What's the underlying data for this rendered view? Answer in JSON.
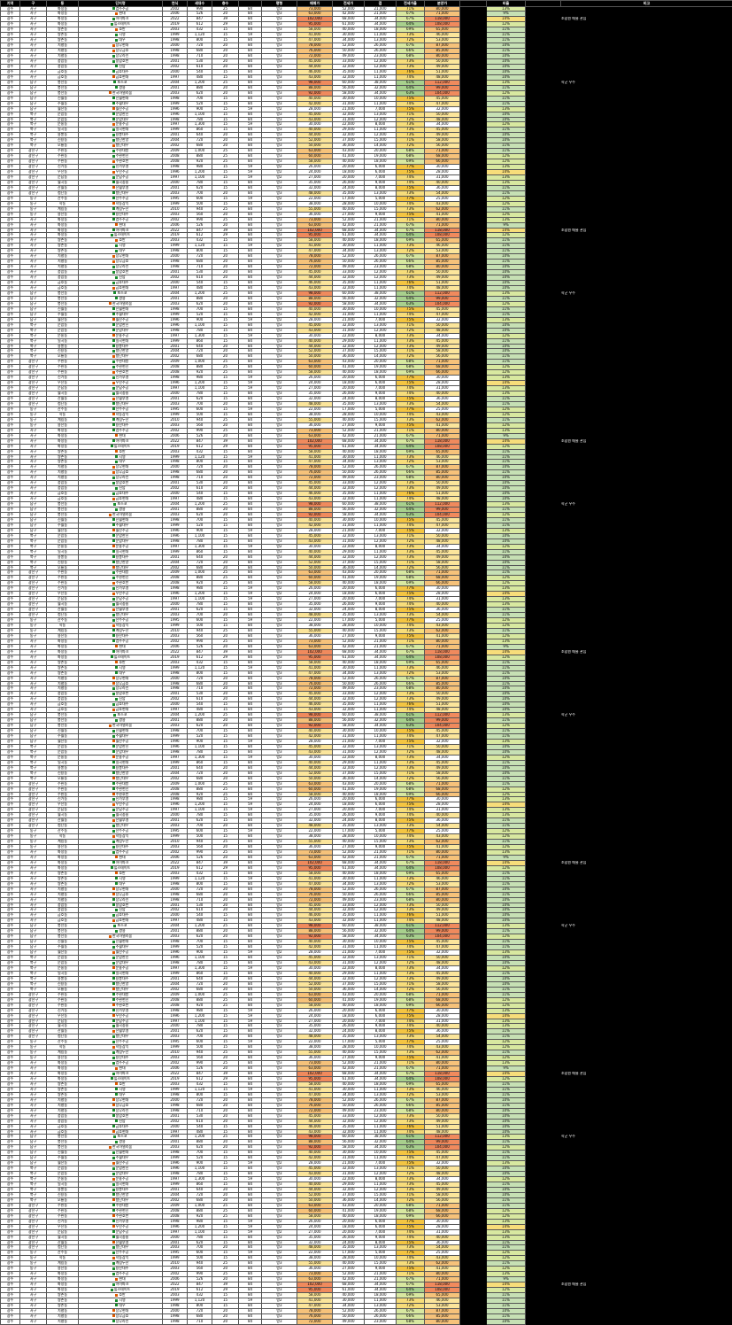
{
  "columns": [
    "지역",
    "구",
    "동",
    "단지명",
    "연식",
    "세대수",
    "층수",
    "",
    "평형",
    "매매가",
    "전세가",
    "갭",
    "전세가율",
    "분양가",
    "",
    "비율",
    "",
    "비고"
  ],
  "rows": [
    {
      "c": [
        "광주",
        "서구",
        "화정동",
        "염주주공",
        "2002",
        "990",
        "25",
        "84",
        "방3",
        "73,000",
        "52,000",
        "21,000",
        "71%",
        "80,000",
        "",
        "13%",
        "",
        ""
      ],
      "sw": "#1a8f2e"
    },
    {
      "c": [
        "광주",
        "서구",
        "화정동",
        "현대",
        "2006",
        "526",
        "20",
        "84",
        "방3",
        "63,000",
        "42,000",
        "21,000",
        "67%",
        "71,000",
        "",
        "9%",
        "",
        ""
      ],
      "sw": "#e05a00"
    },
    {
      "c": [
        "광주",
        "서구",
        "화정동",
        "아이파크",
        "2022",
        "847",
        "39",
        "84",
        "방3",
        "102,000",
        "68,000",
        "34,000",
        "67%",
        "118,000",
        "",
        "14%",
        "",
        "조합원 매물 관심"
      ],
      "sw": "#1a8f2e"
    },
    {
      "c": [
        "광주",
        "서구",
        "화정동",
        "힐스테이트",
        "2019",
        "612",
        "29",
        "84",
        "방3",
        "95,000",
        "61,000",
        "34,000",
        "64%",
        "108,000",
        "",
        "12%",
        "",
        ""
      ],
      "sw": "#1a8f2e"
    },
    {
      "c": [
        "광주",
        "서구",
        "쌍촌동",
        "호반",
        "2003",
        "432",
        "15",
        "84",
        "방3",
        "58,000",
        "40,000",
        "18,000",
        "69%",
        "65,000",
        "",
        "11%",
        "",
        ""
      ],
      "sw": "#e05a00"
    },
    {
      "c": [
        "광주",
        "서구",
        "쌍촌동",
        "시영",
        "1999",
        "1,120",
        "15",
        "59",
        "방2",
        "41,000",
        "30,000",
        "11,000",
        "73%",
        "46,000",
        "",
        "11%",
        "",
        ""
      ],
      "sw": "#1a8f2e"
    },
    {
      "c": [
        "광주",
        "서구",
        "쌍촌동",
        "대우",
        "1998",
        "800",
        "15",
        "84",
        "방3",
        "47,000",
        "34,000",
        "13,000",
        "72%",
        "53,000",
        "",
        "11%",
        "",
        ""
      ],
      "sw": "#1a8f2e"
    },
    {
      "c": [
        "광주",
        "서구",
        "치평동",
        "상무현대",
        "2000",
        "720",
        "20",
        "84",
        "방3",
        "78,000",
        "52,000",
        "26,000",
        "67%",
        "87,000",
        "",
        "10%",
        "",
        ""
      ],
      "sw": "#e05a00"
    },
    {
      "c": [
        "광주",
        "서구",
        "치평동",
        "상무금호",
        "1998",
        "680",
        "20",
        "84",
        "방3",
        "76,000",
        "50,000",
        "26,000",
        "66%",
        "85,000",
        "",
        "11%",
        "",
        ""
      ],
      "sw": "#e05a00"
    },
    {
      "c": [
        "광주",
        "서구",
        "치평동",
        "상무라인",
        "1998",
        "710",
        "20",
        "84",
        "방3",
        "72,000",
        "49,000",
        "23,000",
        "68%",
        "80,000",
        "",
        "10%",
        "",
        ""
      ],
      "sw": "#1a8f2e"
    },
    {
      "c": [
        "광주",
        "서구",
        "풍암동",
        "풍암호반",
        "2001",
        "530",
        "20",
        "84",
        "방3",
        "45,000",
        "33,000",
        "12,000",
        "73%",
        "50,000",
        "",
        "10%",
        "",
        ""
      ],
      "sw": "#1a8f2e"
    },
    {
      "c": [
        "광주",
        "서구",
        "풍암동",
        "신암",
        "2002",
        "610",
        "20",
        "84",
        "방3",
        "44,000",
        "32,000",
        "12,000",
        "73%",
        "49,000",
        "",
        "10%",
        "",
        ""
      ],
      "sw": "#1a8f2e"
    },
    {
      "c": [
        "광주",
        "서구",
        "금호동",
        "금호대주",
        "2000",
        "540",
        "15",
        "84",
        "방3",
        "46,000",
        "35,000",
        "11,000",
        "76%",
        "51,000",
        "",
        "10%",
        "",
        ""
      ],
      "sw": "#1a8f2e"
    },
    {
      "c": [
        "광주",
        "서구",
        "금호동",
        "금호현대",
        "1997",
        "480",
        "15",
        "84",
        "방3",
        "43,000",
        "32,000",
        "11,000",
        "74%",
        "48,000",
        "",
        "10%",
        "",
        ""
      ],
      "sw": "#e05a00"
    },
    {
      "c": [
        "광주",
        "남구",
        "봉선동",
        "포스코",
        "2004",
        "1,200",
        "25",
        "84",
        "방3",
        "98,000",
        "60,000",
        "38,000",
        "61%",
        "112,000",
        "",
        "13%",
        "",
        "학군 우수"
      ],
      "sw": "#1a8f2e"
    },
    {
      "c": [
        "광주",
        "남구",
        "봉선동",
        "쌍용",
        "2001",
        "880",
        "20",
        "84",
        "방3",
        "88,000",
        "56,000",
        "32,000",
        "64%",
        "99,000",
        "",
        "11%",
        "",
        ""
      ],
      "sw": "#1a8f2e"
    },
    {
      "c": [
        "광주",
        "남구",
        "봉선동",
        "한국아델리움",
        "2003",
        "620",
        "20",
        "84",
        "방3",
        "92,000",
        "58,000",
        "34,000",
        "63%",
        "104,000",
        "",
        "12%",
        "",
        ""
      ],
      "sw": "#e05a00"
    },
    {
      "c": [
        "광주",
        "남구",
        "진월동",
        "진월현대",
        "1998",
        "700",
        "15",
        "84",
        "방3",
        "40,000",
        "30,000",
        "10,000",
        "75%",
        "45,000",
        "",
        "11%",
        "",
        ""
      ],
      "sw": "#1a8f2e"
    },
    {
      "c": [
        "광주",
        "남구",
        "주월동",
        "주월대우",
        "1999",
        "520",
        "15",
        "84",
        "방3",
        "42,000",
        "31,000",
        "11,000",
        "74%",
        "47,000",
        "",
        "11%",
        "",
        ""
      ],
      "sw": "#1a8f2e"
    },
    {
      "c": [
        "광주",
        "남구",
        "월산동",
        "월산주공",
        "1996",
        "900",
        "15",
        "59",
        "방2",
        "28,000",
        "21,000",
        "7,000",
        "75%",
        "32,000",
        "",
        "13%",
        "",
        ""
      ],
      "sw": "#e05a00"
    },
    {
      "c": [
        "광주",
        "북구",
        "운암동",
        "운암한신",
        "1996",
        "1,100",
        "15",
        "84",
        "방3",
        "45,000",
        "32,000",
        "13,000",
        "71%",
        "50,000",
        "",
        "10%",
        "",
        ""
      ],
      "sw": "#1a8f2e"
    },
    {
      "c": [
        "광주",
        "북구",
        "운암동",
        "운암대우",
        "1998",
        "780",
        "15",
        "84",
        "방3",
        "43,000",
        "31,000",
        "12,000",
        "72%",
        "48,000",
        "",
        "10%",
        "",
        ""
      ],
      "sw": "#1a8f2e"
    },
    {
      "c": [
        "광주",
        "북구",
        "문흥동",
        "문흥주공",
        "1997",
        "1,300",
        "15",
        "59",
        "방2",
        "30,000",
        "22,000",
        "8,000",
        "73%",
        "34,000",
        "",
        "12%",
        "",
        ""
      ],
      "sw": "#e05a00"
    },
    {
      "c": [
        "광주",
        "북구",
        "일곡동",
        "일곡현대",
        "1999",
        "860",
        "15",
        "84",
        "방3",
        "40,000",
        "29,000",
        "11,000",
        "73%",
        "45,000",
        "",
        "11%",
        "",
        ""
      ],
      "sw": "#1a8f2e"
    },
    {
      "c": [
        "광주",
        "북구",
        "용봉동",
        "용봉대주",
        "2001",
        "640",
        "20",
        "84",
        "방3",
        "44,000",
        "32,000",
        "12,000",
        "73%",
        "49,000",
        "",
        "10%",
        "",
        ""
      ],
      "sw": "#1a8f2e"
    },
    {
      "c": [
        "광주",
        "북구",
        "신용동",
        "첨단한양",
        "2004",
        "720",
        "20",
        "84",
        "방3",
        "52,000",
        "37,000",
        "15,000",
        "71%",
        "58,000",
        "",
        "10%",
        "",
        ""
      ],
      "sw": "#1a8f2e"
    },
    {
      "c": [
        "광주",
        "북구",
        "오룡동",
        "첨단대우",
        "2002",
        "680",
        "20",
        "84",
        "방3",
        "50,000",
        "36,000",
        "14,000",
        "72%",
        "56,000",
        "",
        "11%",
        "",
        ""
      ],
      "sw": "#e05a00"
    },
    {
      "c": [
        "광주",
        "광산구",
        "수완동",
        "수완대방",
        "2009",
        "1,000",
        "25",
        "84",
        "방3",
        "63,000",
        "43,000",
        "20,000",
        "68%",
        "71,000",
        "",
        "11%",
        "",
        ""
      ],
      "sw": "#1a8f2e"
    },
    {
      "c": [
        "광주",
        "광산구",
        "수완동",
        "수완현진",
        "2008",
        "880",
        "25",
        "84",
        "방3",
        "60,000",
        "41,000",
        "19,000",
        "68%",
        "68,000",
        "",
        "12%",
        "",
        ""
      ],
      "sw": "#1a8f2e"
    },
    {
      "c": [
        "광주",
        "광산구",
        "수완동",
        "수완호반",
        "2008",
        "920",
        "25",
        "84",
        "방3",
        "58,000",
        "40,000",
        "18,000",
        "69%",
        "66,000",
        "",
        "12%",
        "",
        ""
      ],
      "sw": "#e05a00"
    },
    {
      "c": [
        "광주",
        "광산구",
        "신가동",
        "신가부영",
        "1998",
        "980",
        "15",
        "59",
        "방2",
        "26,000",
        "20,000",
        "6,000",
        "77%",
        "30,000",
        "",
        "13%",
        "",
        ""
      ],
      "sw": "#1a8f2e"
    },
    {
      "c": [
        "광주",
        "광산구",
        "우산동",
        "우산주공",
        "1996",
        "1,200",
        "15",
        "59",
        "방2",
        "24,000",
        "18,000",
        "6,000",
        "75%",
        "28,000",
        "",
        "14%",
        "",
        ""
      ],
      "sw": "#e05a00"
    },
    {
      "c": [
        "광주",
        "광산구",
        "운남동",
        "운남주공",
        "1997",
        "1,100",
        "15",
        "59",
        "방2",
        "27,000",
        "20,000",
        "7,000",
        "74%",
        "31,000",
        "",
        "13%",
        "",
        ""
      ],
      "sw": "#1a8f2e"
    },
    {
      "c": [
        "광주",
        "광산구",
        "월곡동",
        "월곡중흥",
        "2000",
        "780",
        "15",
        "84",
        "방3",
        "35,000",
        "26,000",
        "9,000",
        "74%",
        "40,000",
        "",
        "13%",
        "",
        ""
      ],
      "sw": "#1a8f2e"
    },
    {
      "c": [
        "광주",
        "광산구",
        "산월동",
        "산월부영",
        "2001",
        "620",
        "15",
        "84",
        "방3",
        "32,000",
        "24,000",
        "8,000",
        "75%",
        "36,000",
        "",
        "11%",
        "",
        ""
      ],
      "sw": "#e05a00"
    },
    {
      "c": [
        "광주",
        "광산구",
        "첨단동",
        "첨단대우",
        "2003",
        "700",
        "20",
        "84",
        "방3",
        "48,000",
        "35,000",
        "13,000",
        "73%",
        "54,000",
        "",
        "11%",
        "",
        ""
      ],
      "sw": "#1a8f2e"
    },
    {
      "c": [
        "광주",
        "동구",
        "산수동",
        "산수주공",
        "1995",
        "600",
        "15",
        "59",
        "방2",
        "22,000",
        "17,000",
        "5,000",
        "77%",
        "25,000",
        "",
        "12%",
        "",
        ""
      ],
      "sw": "#1a8f2e"
    },
    {
      "c": [
        "광주",
        "동구",
        "학동",
        "학동삼익",
        "1999",
        "500",
        "15",
        "84",
        "방3",
        "38,000",
        "28,000",
        "10,000",
        "74%",
        "43,000",
        "",
        "12%",
        "",
        ""
      ],
      "sw": "#e05a00"
    },
    {
      "c": [
        "광주",
        "동구",
        "계림동",
        "계림두산",
        "2010",
        "940",
        "25",
        "84",
        "방3",
        "55,000",
        "40,000",
        "15,000",
        "73%",
        "62,000",
        "",
        "11%",
        "",
        ""
      ],
      "sw": "#1a8f2e"
    },
    {
      "c": [
        "광주",
        "동구",
        "용산동",
        "용산대주",
        "2003",
        "560",
        "20",
        "84",
        "방3",
        "36,000",
        "27,000",
        "9,000",
        "75%",
        "41,000",
        "",
        "12%",
        "",
        ""
      ],
      "sw": "#1a8f2e"
    }
  ]
}
